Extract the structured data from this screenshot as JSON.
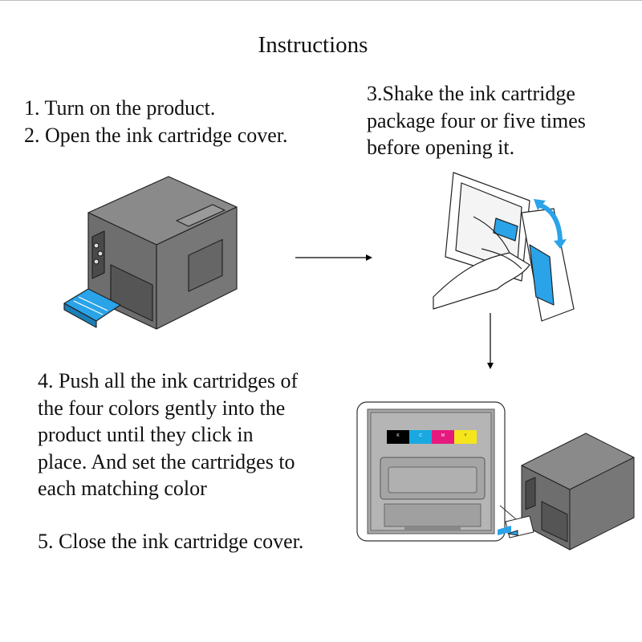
{
  "title": "Instructions",
  "steps": {
    "step1": "1. Turn on the product.",
    "step2": "2. Open the ink cartridge cover.",
    "step3": [
      "3.Shake the ink cartridge",
      "package four or five times",
      "before opening it."
    ],
    "step4": [
      "4. Push all the ink cartridges of",
      "the four colors gently into the",
      "product until they click in",
      "place. And set the cartridges to",
      "each matching color"
    ],
    "step5": "5. Close the ink cartridge cover."
  },
  "cartridges": [
    {
      "label": "K",
      "color": "#000000"
    },
    {
      "label": "C",
      "color": "#1aa8e0"
    },
    {
      "label": "M",
      "color": "#e6197f"
    },
    {
      "label": "Y",
      "color": "#f5e61c"
    }
  ],
  "colors": {
    "body_gray": "#6e6e6e",
    "panel_dark": "#4a4a4a",
    "accent_blue": "#2aa3e8",
    "inner_gray": "#a9a9a9"
  }
}
